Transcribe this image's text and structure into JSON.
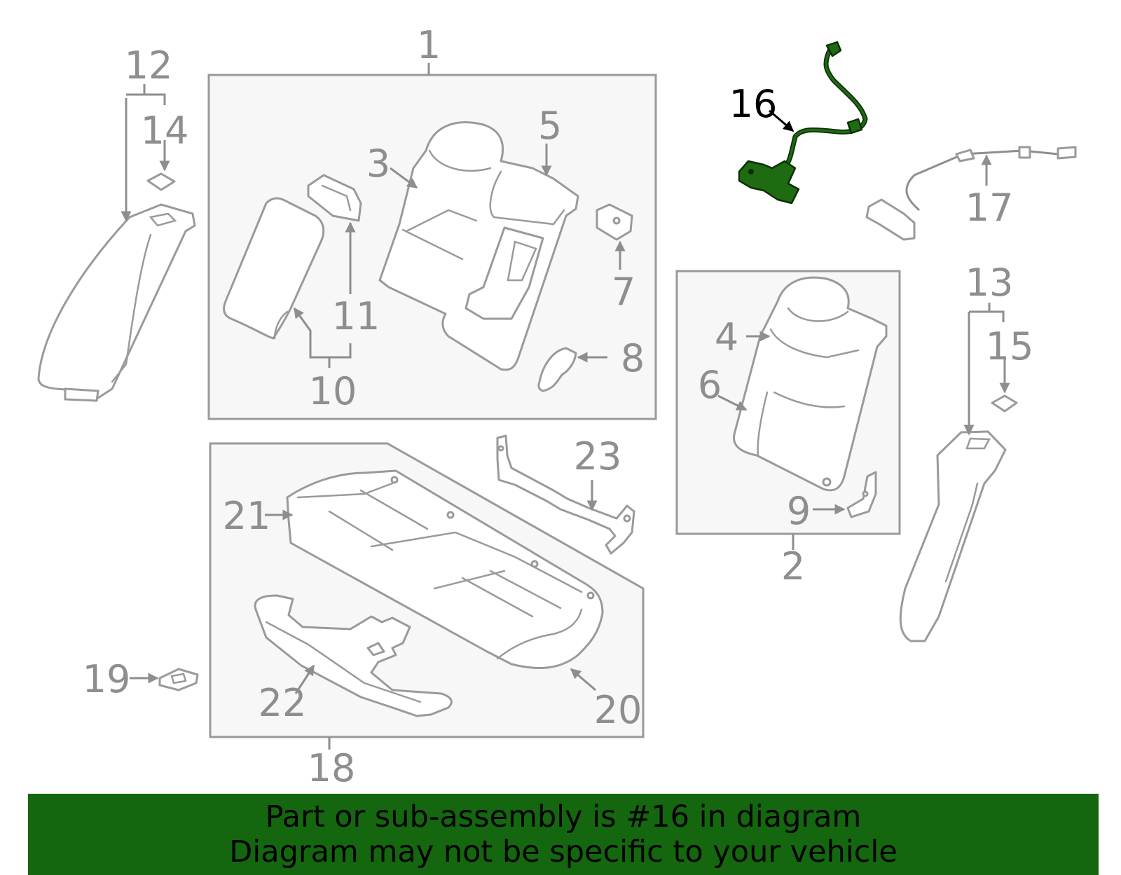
{
  "colors": {
    "outline": "#9a9a9a",
    "label": "#8e8e8e",
    "highlight_part": "#1e6b12",
    "banner_bg": "#14670e",
    "banner_text": "#000000"
  },
  "highlighted_part": "16",
  "labels": {
    "p1": "1",
    "p2": "2",
    "p3": "3",
    "p4": "4",
    "p5": "5",
    "p6": "6",
    "p7": "7",
    "p8": "8",
    "p9": "9",
    "p10": "10",
    "p11": "11",
    "p12": "12",
    "p13": "13",
    "p14": "14",
    "p15": "15",
    "p16": "16",
    "p17": "17",
    "p18": "18",
    "p19": "19",
    "p20": "20",
    "p21": "21",
    "p22": "22",
    "p23": "23"
  },
  "banner": {
    "line1": "Part or sub-assembly is #16 in diagram",
    "line2": "Diagram may not be specific to your vehicle"
  }
}
